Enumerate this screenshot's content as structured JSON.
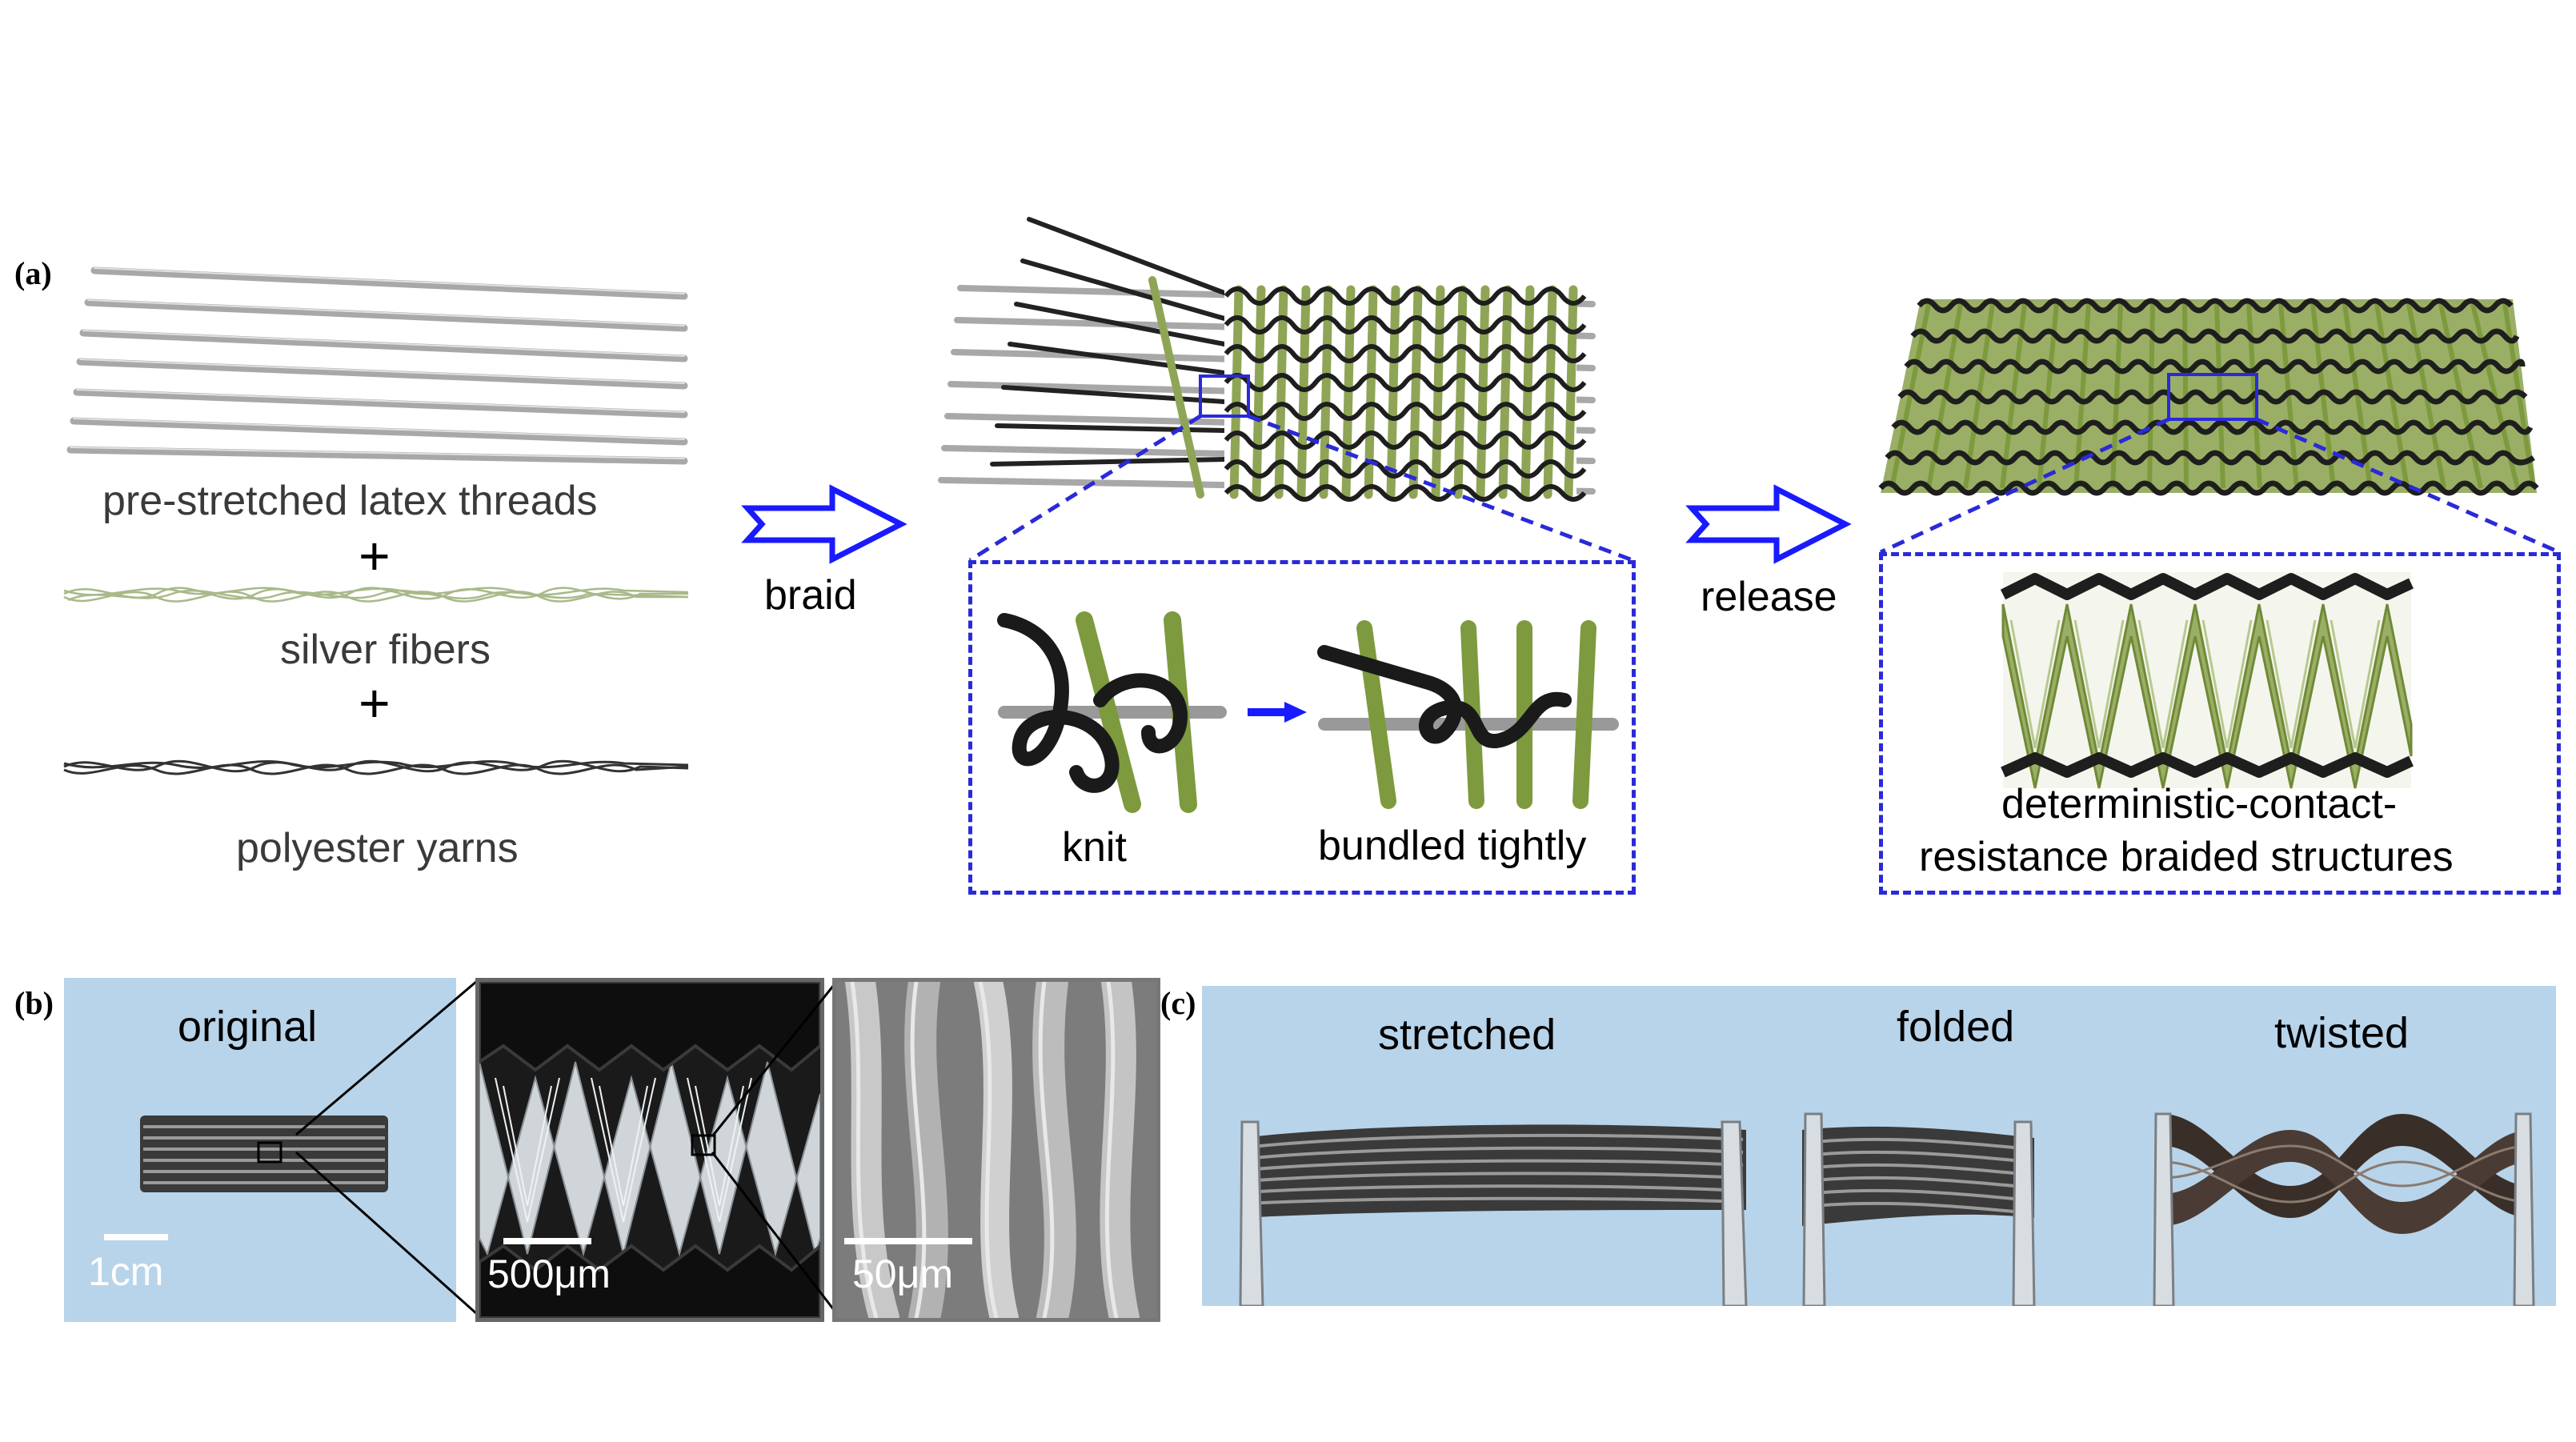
{
  "panels": {
    "a": "(a)",
    "b": "(b)",
    "c": "(c)"
  },
  "materials": {
    "latex": "pre-stretched latex threads",
    "plus1": "+",
    "silver": "silver fibers",
    "plus2": "+",
    "polyester": "polyester yarns"
  },
  "steps": {
    "braid": "braid",
    "release": "release"
  },
  "inset_middle": {
    "knit": "knit",
    "bundled": "bundled tightly"
  },
  "inset_right": {
    "line1": "deterministic-contact-",
    "line2": "resistance braided structures"
  },
  "panel_b": {
    "original": "original",
    "scale1": "1cm",
    "scale2": "500μm",
    "scale3": "50μm"
  },
  "panel_c": {
    "stretched": "stretched",
    "folded": "folded",
    "twisted": "twisted"
  },
  "colors": {
    "arrow_blue": "#1a1aff",
    "dashed_blue": "#2a2ad8",
    "green": "#8fa556",
    "dark": "#2a2a2a",
    "grey": "#b8b8b8",
    "light_blue_bg": "#b8d4ea"
  }
}
